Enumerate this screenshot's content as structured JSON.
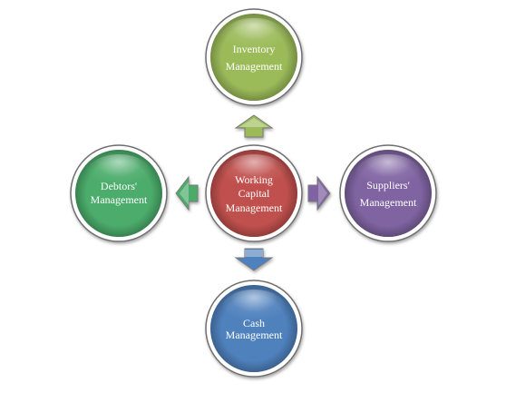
{
  "center": {
    "lines": [
      "Working",
      "Capital",
      "Management"
    ],
    "color": "#c0504d"
  },
  "nodes": {
    "inventory": {
      "lines": [
        "Inventory",
        "Management"
      ],
      "color": "#9bbb59"
    },
    "suppliers": {
      "lines": [
        "Suppliers'",
        "Management"
      ],
      "color": "#8064a2"
    },
    "cash": {
      "lines": [
        "Cash",
        "Management"
      ],
      "color": "#4f81bd"
    },
    "debtors": {
      "lines": [
        "Debtors'",
        "Management"
      ],
      "color": "#4bac6b"
    }
  },
  "arrows": {
    "up": {
      "color": "#9bbb59"
    },
    "right": {
      "color": "#8064a2"
    },
    "down": {
      "color": "#4f81bd"
    },
    "left": {
      "color": "#4bac6b"
    }
  }
}
